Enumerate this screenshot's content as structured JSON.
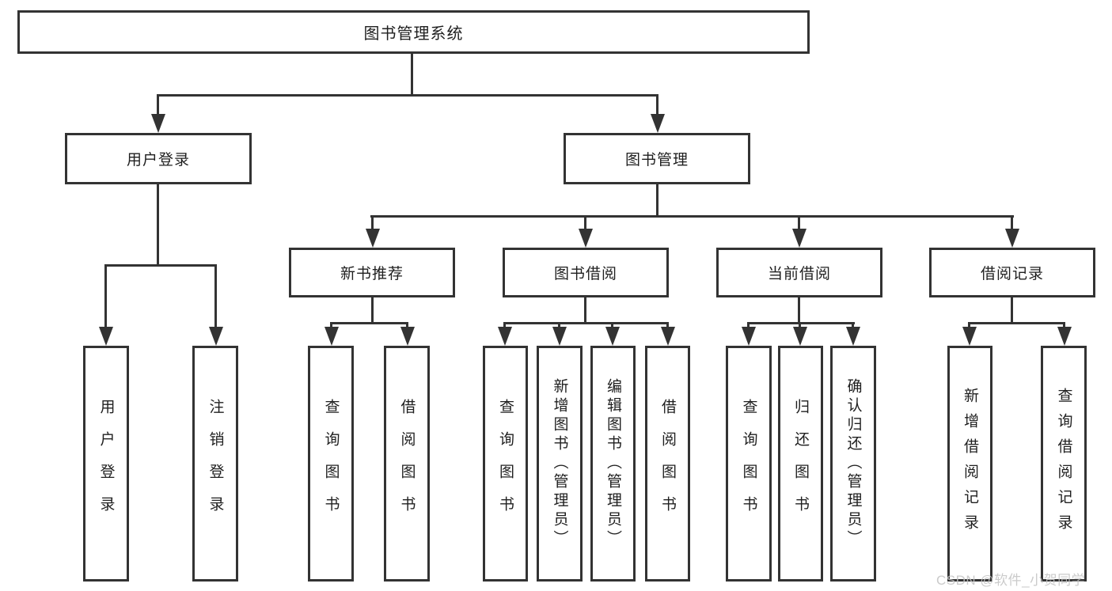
{
  "tree": {
    "root": "图书管理系统",
    "branches": [
      {
        "label": "用户登录",
        "leaves": [
          "用户登录",
          "注销登录"
        ]
      },
      {
        "label": "图书管理",
        "children": [
          {
            "label": "新书推荐",
            "leaves": [
              "查询图书",
              "借阅图书"
            ]
          },
          {
            "label": "图书借阅",
            "leaves": [
              "查询图书",
              "新增图书（管理员）",
              "编辑图书（管理员）",
              "借阅图书"
            ]
          },
          {
            "label": "当前借阅",
            "leaves": [
              "查询图书",
              "归还图书",
              "确认归还（管理员）"
            ]
          },
          {
            "label": "借阅记录",
            "leaves": [
              "新增借阅记录",
              "查询借阅记录"
            ]
          }
        ]
      }
    ]
  },
  "watermark": {
    "text": "CSDN @软件_小贺同学",
    "color": "#c2c2c2"
  },
  "colors": {
    "line": "#333333",
    "text": "#1f1f1f",
    "background": "#ffffff"
  }
}
